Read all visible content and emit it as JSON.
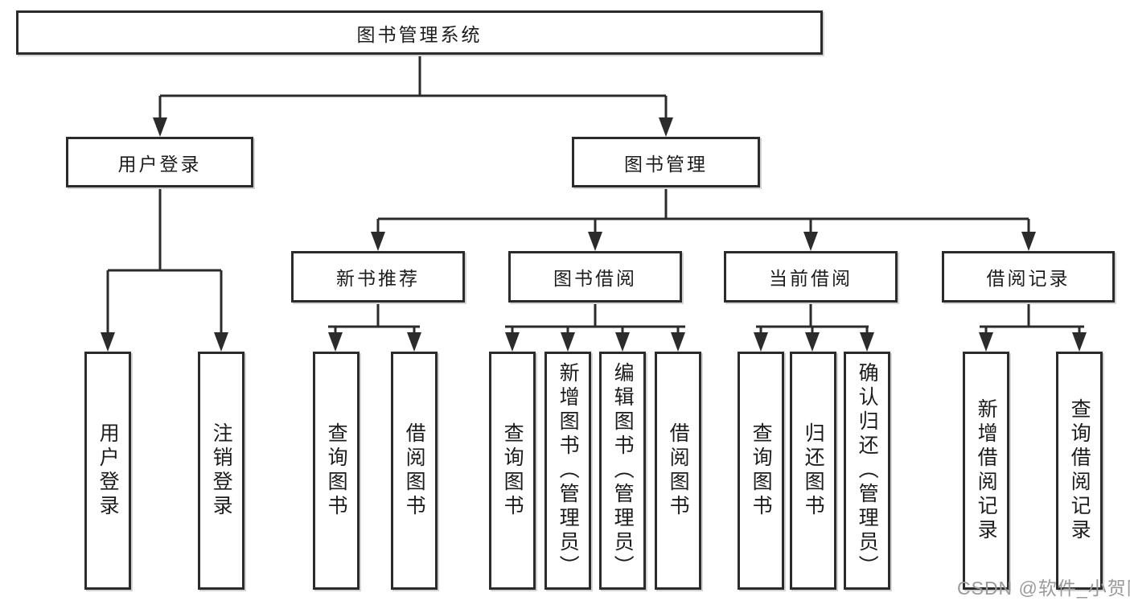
{
  "diagram": {
    "title": "图书管理系统",
    "level2": {
      "user_login": "用户登录",
      "book_mgmt": "图书管理"
    },
    "level3": {
      "new_books": "新书推荐",
      "book_borrow": "图书借阅",
      "current_borrow": "当前借阅",
      "borrow_records": "借阅记录"
    },
    "leaves": {
      "user_login": [
        "用户登录",
        "注销登录"
      ],
      "new_books": [
        "查询图书",
        "借阅图书"
      ],
      "book_borrow": [
        "查询图书",
        "新增图书（管理员）",
        "编辑图书（管理员）",
        "借阅图书"
      ],
      "current_borrow": [
        "查询图书",
        "归还图书",
        "确认归还（管理员）"
      ],
      "borrow_records": [
        "新增借阅记录",
        "查询借阅记录"
      ]
    }
  },
  "watermark": {
    "text": "CSDN @软件_小贺同学"
  }
}
